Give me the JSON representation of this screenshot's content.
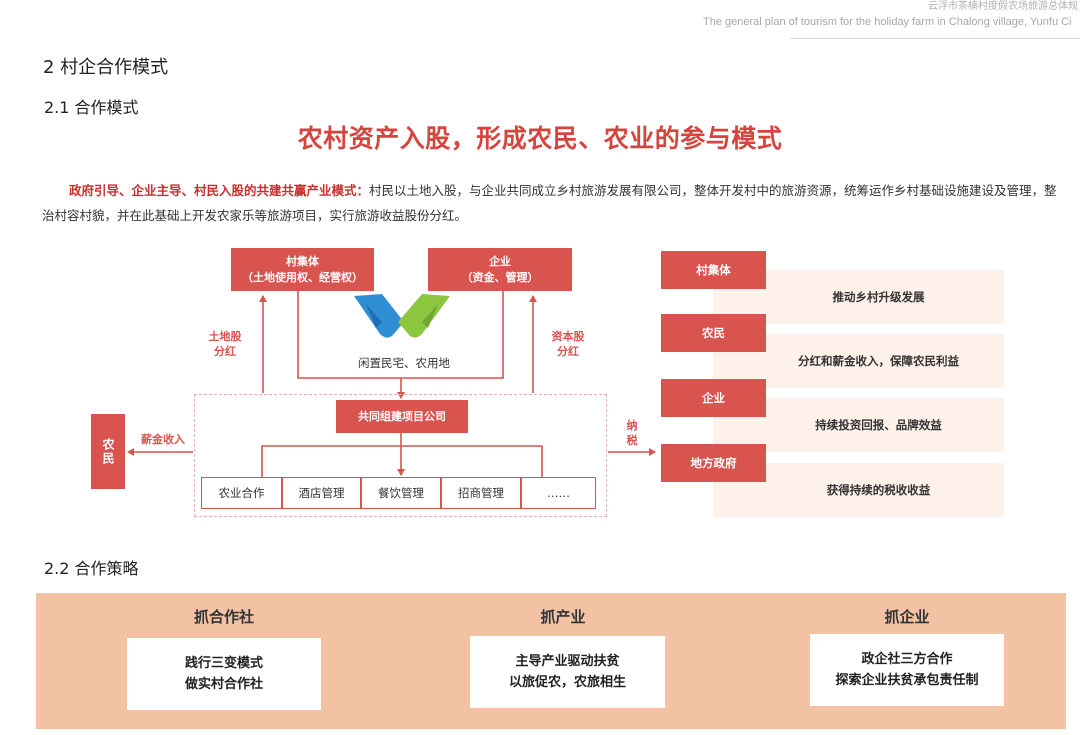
{
  "header": {
    "title_cn": "云浮市茶楠村度假农场旅游总体规",
    "title_en": "The general plan of tourism for the holiday farm in Chalong village, Yunfu Ci"
  },
  "section": {
    "heading": "2 村企合作模式",
    "sub1": "2.1 合作模式",
    "sub2": "2.2 合作策略"
  },
  "main_title": "农村资产入股，形成农民、农业的参与模式",
  "paragraph": {
    "highlight": "政府引导、企业主导、村民入股的共建共赢产业模式：",
    "body": "村民以土地入股，与企业共同成立乡村旅游发展有限公司，整体开发村中的旅游资源，统筹运作乡村基础设施建设及管理，整治村容村貌，并在此基础上开发农家乐等旅游项目，实行旅游收益股份分红。"
  },
  "diagram": {
    "village": {
      "line1": "村集体",
      "line2": "（土地使用权、经营权）"
    },
    "enterprise": {
      "line1": "企业",
      "line2": "（资金、管理）"
    },
    "land_dividend": {
      "line1": "土地股",
      "line2": "分红"
    },
    "capital_dividend": {
      "line1": "资本股",
      "line2": "分红"
    },
    "idle_note": "闲置民宅、农用地",
    "company": "共同组建项目公司",
    "salary": "薪金收入",
    "farmer": "农民",
    "tax": {
      "line1": "纳",
      "line2": "税"
    },
    "subs": [
      "农业合作",
      "酒店管理",
      "餐饮管理",
      "招商管理",
      "……"
    ],
    "colors": {
      "accent": "#d9534f",
      "hand_blue": "#2f8fd4",
      "hand_green": "#8cc63f"
    }
  },
  "benefits": [
    {
      "who": "村集体",
      "what": "推动乡村升级发展"
    },
    {
      "who": "农民",
      "what": "分红和薪金收入，保障农民利益"
    },
    {
      "who": "企业",
      "what": "持续投资回报、品牌效益"
    },
    {
      "who": "地方政府",
      "what": "获得持续的税收收益"
    }
  ],
  "strategy": [
    {
      "title": "抓合作社",
      "line1": "践行三变模式",
      "line2": "做实村合作社"
    },
    {
      "title": "抓产业",
      "line1": "主导产业驱动扶贫",
      "line2": "以旅促农，农旅相生"
    },
    {
      "title": "抓企业",
      "line1": "政企社三方合作",
      "line2": "探索企业扶贫承包责任制"
    }
  ],
  "colors": {
    "title_red": "#d7443e",
    "panel_bg": "#fdf1ea",
    "strategy_bg": "#f3c2a4"
  }
}
